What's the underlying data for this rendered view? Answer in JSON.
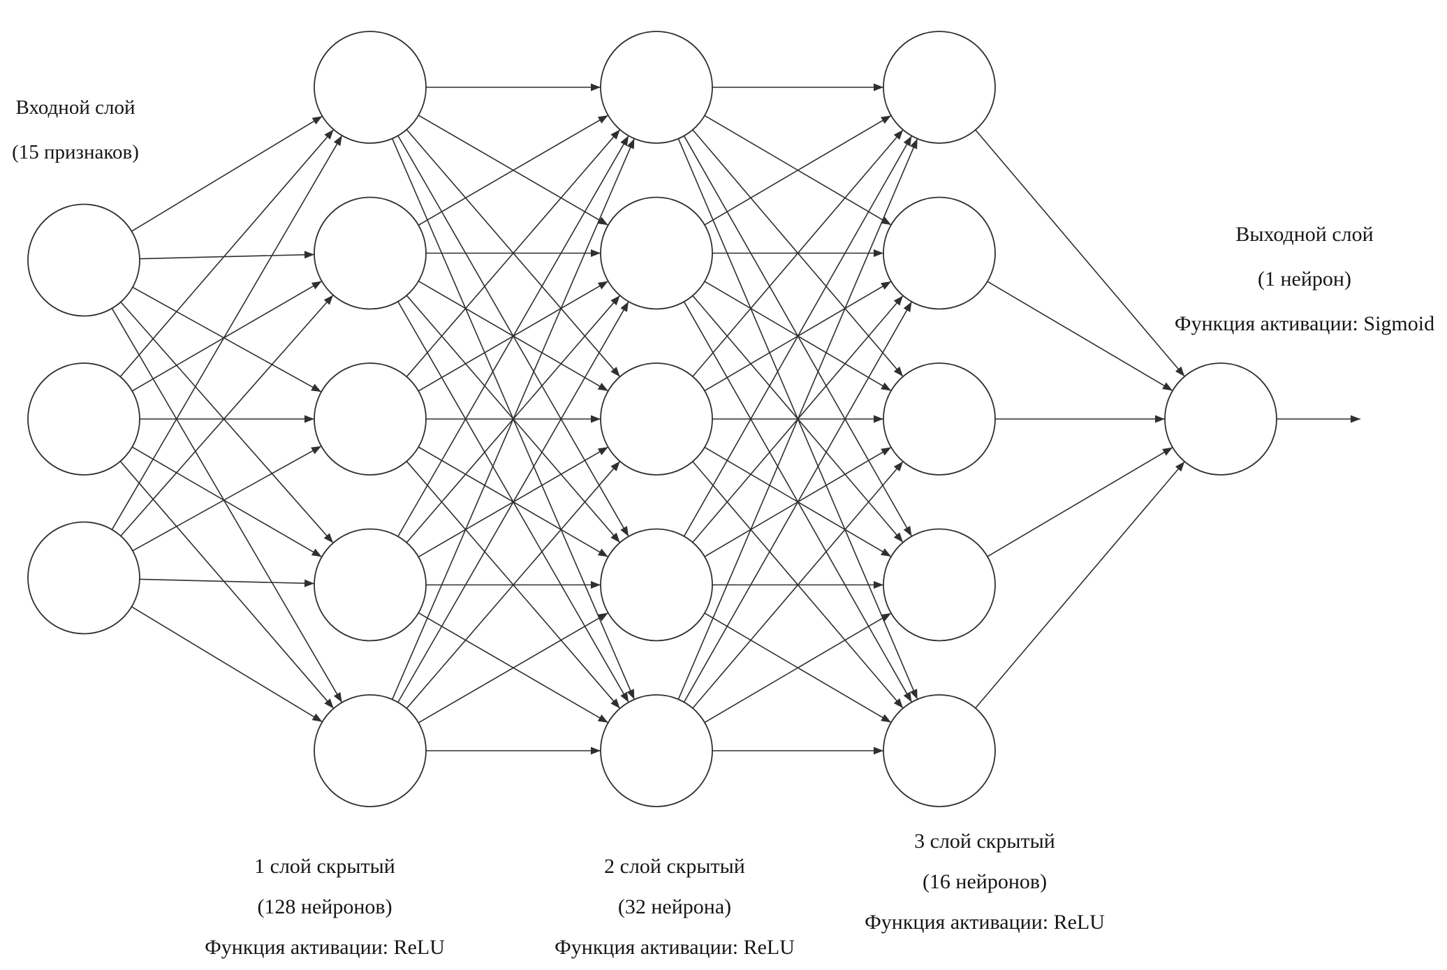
{
  "page": {
    "background": "#ffffff"
  },
  "diagram": {
    "type": "neural-network-architecture",
    "stroke_color": "#2f2f2f",
    "node_fill": "#ffffff",
    "text_color": "#161616",
    "layers": [
      {
        "id": "input",
        "nodes_drawn": 3,
        "label_lines": [
          "Входной слой",
          "(15 признаков)"
        ]
      },
      {
        "id": "hidden-1",
        "nodes_drawn": 5,
        "label_lines": [
          "1 слой скрытый",
          "(128 нейронов)",
          "Функция активации: ReLU"
        ]
      },
      {
        "id": "hidden-2",
        "nodes_drawn": 5,
        "label_lines": [
          "2 слой скрытый",
          "(32 нейрона)",
          "Функция активации: ReLU"
        ]
      },
      {
        "id": "hidden-3",
        "nodes_drawn": 5,
        "label_lines": [
          "3 слой скрытый",
          "(16 нейронов)",
          "Функция активации: ReLU"
        ]
      },
      {
        "id": "output",
        "nodes_drawn": 1,
        "label_lines": [
          "Выходной слой",
          "(1 нейрон)",
          "Функция активации: Sigmoid"
        ]
      }
    ]
  }
}
